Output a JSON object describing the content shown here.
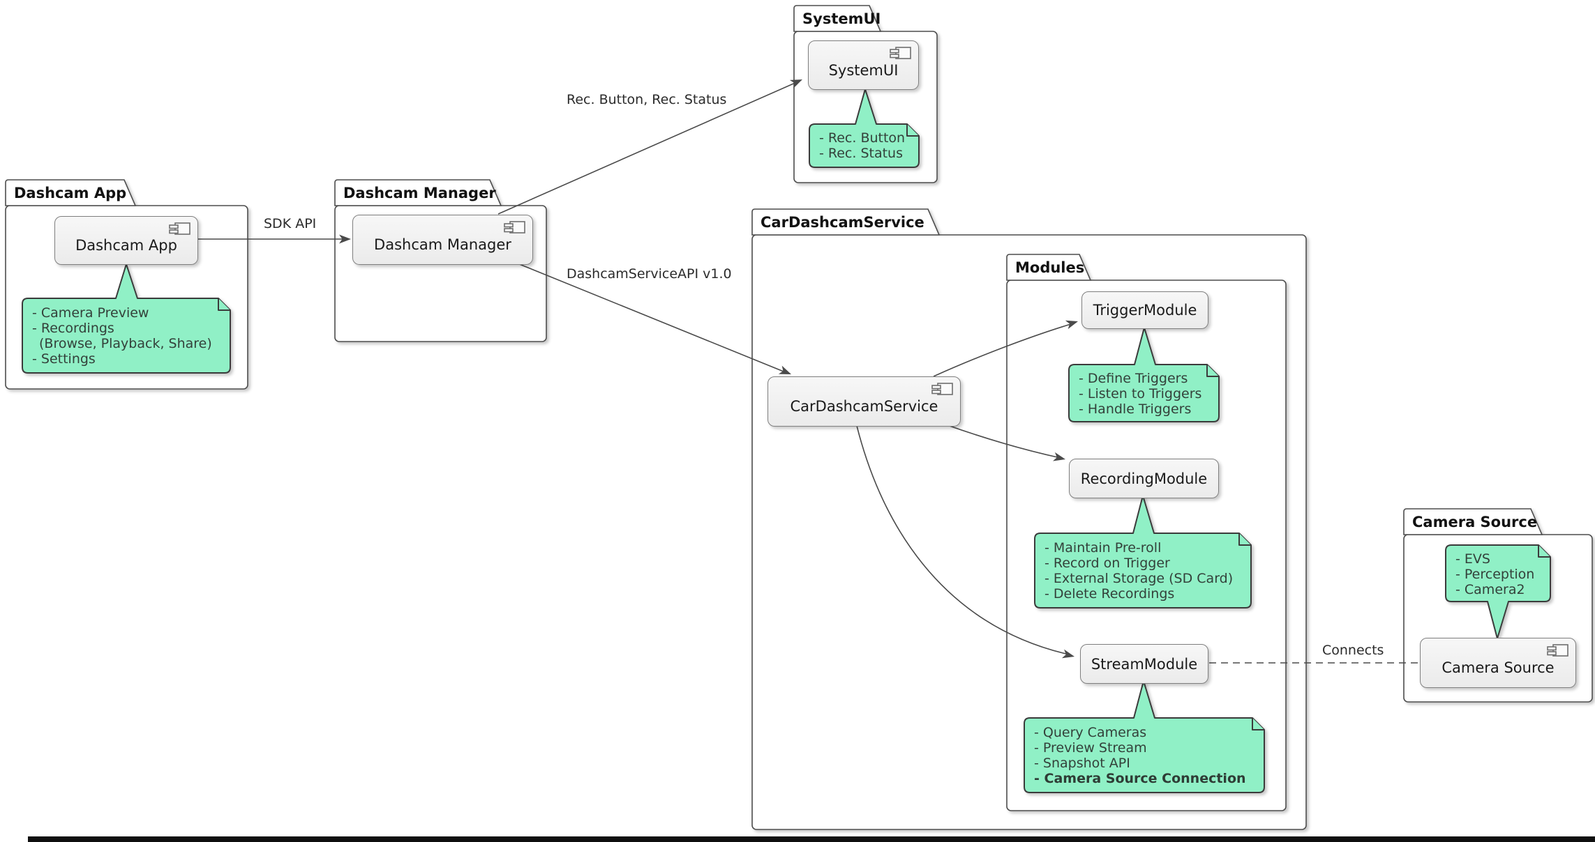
{
  "diagram": {
    "packages": {
      "dashcam_app": "Dashcam App",
      "dashcam_manager": "Dashcam Manager",
      "systemui": "SystemUI",
      "car_dashcam_service": "CarDashcamService",
      "modules": "Modules",
      "camera_source": "Camera Source"
    },
    "components": {
      "dashcam_app": "Dashcam App",
      "dashcam_manager": "Dashcam Manager",
      "systemui": "SystemUI",
      "car_dashcam_service": "CarDashcamService",
      "trigger_module": "TriggerModule",
      "recording_module": "RecordingModule",
      "stream_module": "StreamModule",
      "camera_source": "Camera Source"
    },
    "notes": {
      "dashcam_app": [
        {
          "t": "- Camera Preview"
        },
        {
          "t": "- Recordings"
        },
        {
          "t": "(Browse, Playback, Share)",
          "i": true
        },
        {
          "t": "- Settings"
        }
      ],
      "systemui": [
        {
          "t": "- Rec. Button"
        },
        {
          "t": "- Rec. Status"
        }
      ],
      "trigger_module": [
        {
          "t": "- Define Triggers"
        },
        {
          "t": "- Listen to Triggers"
        },
        {
          "t": "- Handle Triggers"
        }
      ],
      "recording_module": [
        {
          "t": "- Maintain Pre-roll"
        },
        {
          "t": "- Record on Trigger"
        },
        {
          "t": "- External Storage (SD Card)"
        },
        {
          "t": "- Delete Recordings"
        }
      ],
      "stream_module": [
        {
          "t": "- Query Cameras"
        },
        {
          "t": "- Preview Stream"
        },
        {
          "t": "- Snapshot API"
        },
        {
          "t": "- Camera Source Connection",
          "b": true
        }
      ],
      "camera_source": [
        {
          "t": "- EVS"
        },
        {
          "t": "- Perception"
        },
        {
          "t": "- Camera2"
        }
      ]
    },
    "edge_labels": {
      "sdk_api": "SDK API",
      "rec_button_status": "Rec. Button, Rec. Status",
      "dashcam_service_api": "DashcamServiceAPI v1.0",
      "connects": "Connects"
    },
    "colors": {
      "note_fill": "#90F0C6",
      "note_border": "#3b3b3b",
      "component_border": "#7f7f7f",
      "package_border": "#4d4d4d",
      "edge": "#4a4a4a"
    }
  }
}
